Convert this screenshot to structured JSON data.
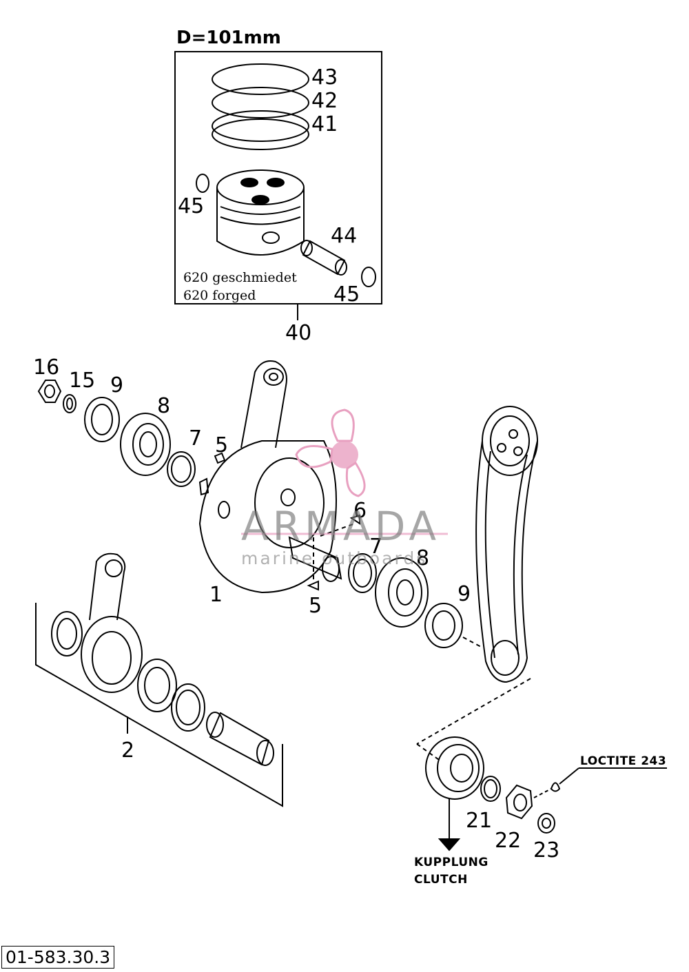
{
  "header": {
    "title": "D=101mm"
  },
  "piston_box": {
    "note_de": "620 geschmiedet",
    "note_en": "620 forged"
  },
  "labels": {
    "p43": "43",
    "p42": "42",
    "p41": "41",
    "p45a": "45",
    "p44": "44",
    "p45b": "45",
    "p40": "40",
    "p16": "16",
    "p15": "15",
    "p9a": "9",
    "p8a": "8",
    "p7a": "7",
    "p5a": "5",
    "p6": "6",
    "p7b": "7",
    "p8b": "8",
    "p9b": "9",
    "p1": "1",
    "p5b": "5",
    "p2": "2",
    "p21": "21",
    "p22": "22",
    "p23": "23"
  },
  "callouts": {
    "loctite": "LOCTITE 243",
    "kupplung": "KUPPLUNG",
    "clutch": "CLUTCH"
  },
  "watermark": {
    "name": "ARMADA",
    "sub": "marine outboards",
    "accent": "#e8a0c0"
  },
  "footer": {
    "code": "01-583.30.3"
  }
}
